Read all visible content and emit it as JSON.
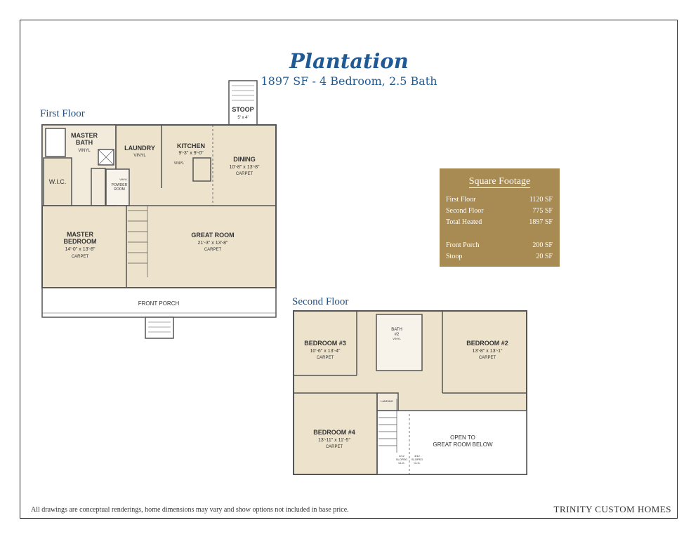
{
  "title": "Plantation",
  "subtitle": "1897 SF - 4 Bedroom, 2.5 Bath",
  "first_floor": {
    "label": "First Floor",
    "stoop": {
      "name": "STOOP",
      "dim": "5' x 4'"
    },
    "master_bath": {
      "name1": "MASTER",
      "name2": "BATH",
      "floor": "VINYL"
    },
    "laundry": {
      "name": "LAUNDRY",
      "floor": "VINYL"
    },
    "kitchen": {
      "name": "KITCHEN",
      "dim": "9'-3\" x 9'-0\"",
      "floor": "VINYL"
    },
    "dining": {
      "name": "DINING",
      "dim": "10'-8\" x 13'-8\"",
      "floor": "CARPET"
    },
    "wic": {
      "name": "W.I.C."
    },
    "powder": {
      "name1": "POWDER",
      "name2": "ROOM",
      "floor": "VINYL"
    },
    "master_bedroom": {
      "name1": "MASTER",
      "name2": "BEDROOM",
      "dim": "14'-0\" x 13'-8\"",
      "floor": "CARPET"
    },
    "great_room": {
      "name": "GREAT ROOM",
      "dim": "21'-3\" x 13'-8\"",
      "floor": "CARPET"
    },
    "porch": {
      "name": "FRONT PORCH"
    }
  },
  "second_floor": {
    "label": "Second Floor",
    "bedroom3": {
      "name": "BEDROOM #3",
      "dim": "10'-6\" x 13'-4\"",
      "floor": "CARPET"
    },
    "bath2": {
      "name1": "BATH",
      "name2": "#2",
      "floor": "VINYL"
    },
    "bedroom2": {
      "name": "BEDROOM #2",
      "dim": "13'-8\" x 13'-1\"",
      "floor": "CARPET"
    },
    "bedroom4": {
      "name": "BEDROOM #4",
      "dim": "13'-11\" x 11'-5\"",
      "floor": "CARPET"
    },
    "landing": "LANDING",
    "open1": "OPEN TO",
    "open2": "GREAT ROOM BELOW",
    "slope1": "4/12",
    "slope2": "SLOPED",
    "slope3": "CLG."
  },
  "square_footage": {
    "heading": "Square Footage",
    "rows": [
      {
        "label": "First Floor",
        "value": "1120 SF"
      },
      {
        "label": "Second Floor",
        "value": "775 SF"
      },
      {
        "label": "Total Heated",
        "value": "1897 SF"
      },
      {
        "label": "Front Porch",
        "value": "200 SF"
      },
      {
        "label": "Stoop",
        "value": "20 SF"
      }
    ]
  },
  "footer": "All drawings are conceptual renderings, home dimensions may vary and show options not included in base price.",
  "brand": "TRINITY CUSTOM HOMES",
  "colors": {
    "title": "#1f5a94",
    "floor_fill": "#ede3cc",
    "panel": "#a88b52"
  }
}
